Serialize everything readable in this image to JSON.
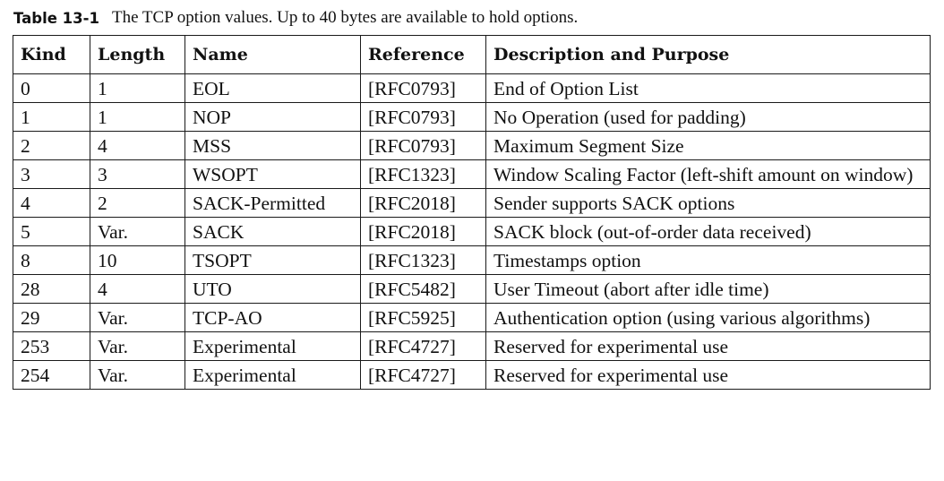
{
  "caption": {
    "label": "Table 13-1",
    "text": "The TCP option values. Up to 40 bytes are available to hold options."
  },
  "table": {
    "headers": [
      "Kind",
      "Length",
      "Name",
      "Reference",
      "Description and Purpose"
    ],
    "rows": [
      [
        "0",
        "1",
        "EOL",
        "[RFC0793]",
        "End of Option List"
      ],
      [
        "1",
        "1",
        "NOP",
        "[RFC0793]",
        "No Operation (used for padding)"
      ],
      [
        "2",
        "4",
        "MSS",
        "[RFC0793]",
        "Maximum Segment Size"
      ],
      [
        "3",
        "3",
        "WSOPT",
        "[RFC1323]",
        "Window Scaling Factor (left-shift amount on window)"
      ],
      [
        "4",
        "2",
        "SACK-Permitted",
        "[RFC2018]",
        "Sender supports SACK options"
      ],
      [
        "5",
        "Var.",
        "SACK",
        "[RFC2018]",
        "SACK block (out-of-order data received)"
      ],
      [
        "8",
        "10",
        "TSOPT",
        "[RFC1323]",
        "Timestamps option"
      ],
      [
        "28",
        "4",
        "UTO",
        "[RFC5482]",
        "User Timeout (abort after idle time)"
      ],
      [
        "29",
        "Var.",
        "TCP-AO",
        "[RFC5925]",
        "Authentication option (using various algorithms)"
      ],
      [
        "253",
        "Var.",
        "Experimental",
        "[RFC4727]",
        "Reserved for experimental use"
      ],
      [
        "254",
        "Var.",
        "Experimental",
        "[RFC4727]",
        "Reserved for experimental use"
      ]
    ]
  }
}
